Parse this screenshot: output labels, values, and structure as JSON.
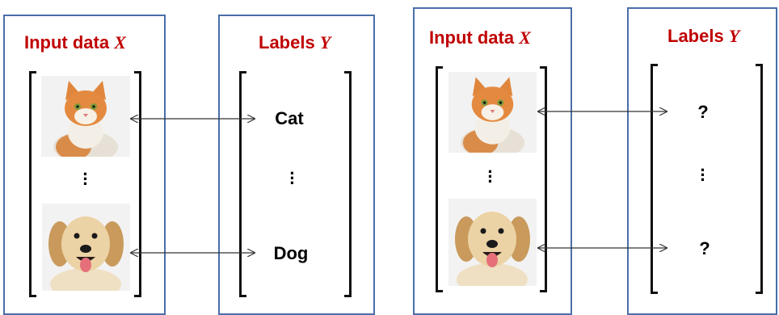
{
  "panels": [
    {
      "input_title": "Input data",
      "input_var": "X",
      "labels_title": "Labels",
      "labels_var": "Y",
      "top_label": "Cat",
      "bottom_label": "Dog"
    },
    {
      "input_title": "Input data",
      "input_var": "X",
      "labels_title": "Labels",
      "labels_var": "Y",
      "top_label": "?",
      "bottom_label": "?"
    }
  ],
  "colors": {
    "box_border": "#4a6ea9",
    "title": "#c00000",
    "arrow": "#333333"
  },
  "images": {
    "top": "cat-photo",
    "bottom": "dog-photo"
  }
}
